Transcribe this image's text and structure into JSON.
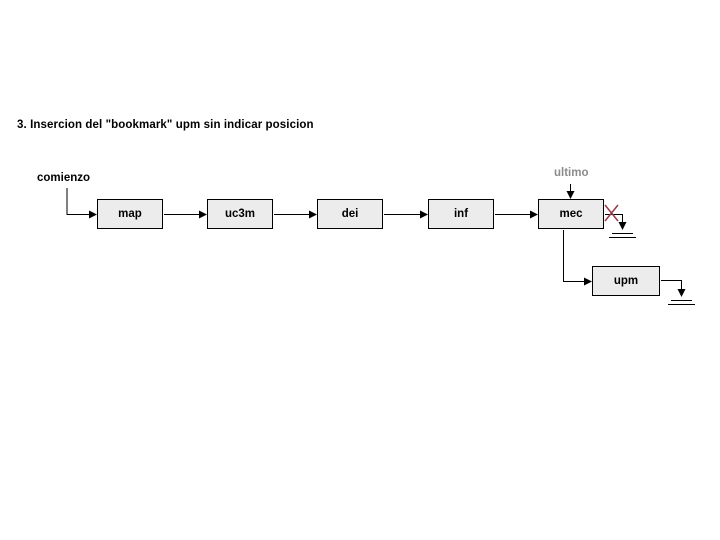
{
  "title": "3. Insercion del \"bookmark\" upm sin indicar posicion",
  "pointers": {
    "head_label": "comienzo",
    "last_label": "ultimo"
  },
  "list_nodes": [
    {
      "label": "map"
    },
    {
      "label": "uc3m"
    },
    {
      "label": "dei"
    },
    {
      "label": "inf"
    },
    {
      "label": "mec"
    }
  ],
  "inserted_node": {
    "label": "upm"
  },
  "symbols": {
    "null_terminator": "ground-icon",
    "removed_link_marker": "x-cross-icon"
  },
  "colors": {
    "background": "#ffffff",
    "box_fill": "#ececec",
    "box_border": "#000000",
    "line": "#000000",
    "title_color": "#000000",
    "muted_label": "#8c8c8c",
    "cross_out": "#993a4a"
  }
}
